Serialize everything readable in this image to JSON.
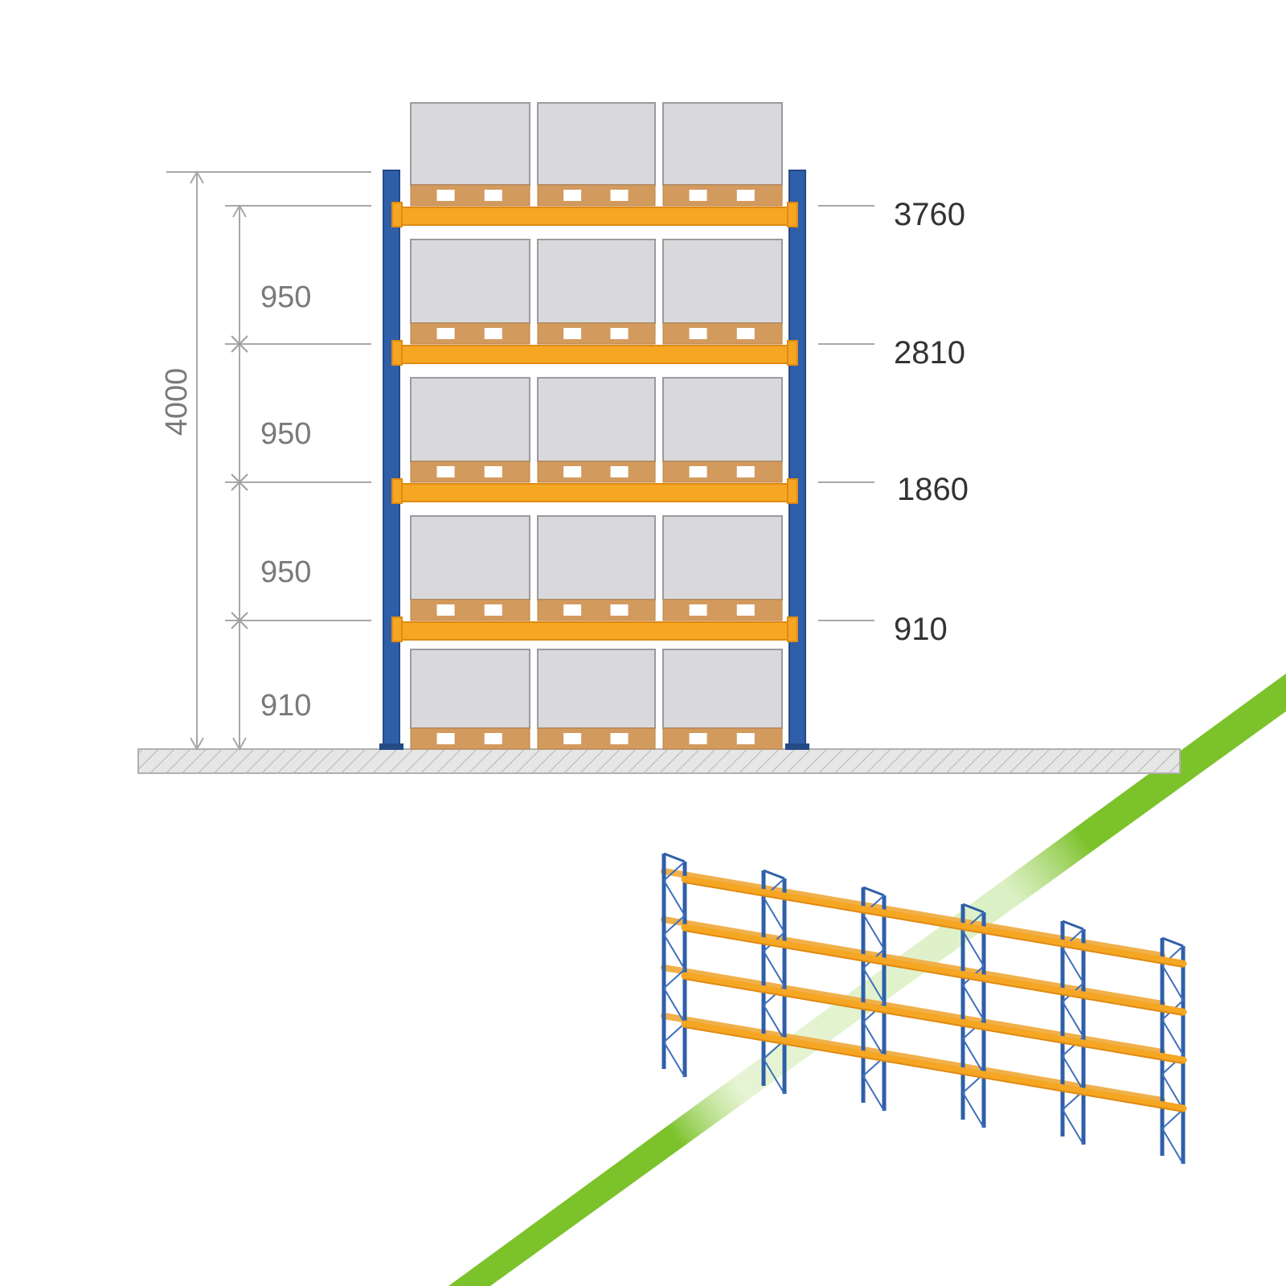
{
  "colors": {
    "upright": "#2f5fa8",
    "beam": "#f5a623",
    "beam_edge": "#e08a12",
    "box_fill": "#d9d9db",
    "box_edge": "#9a9aa0",
    "pallet": "#d39a5e",
    "pallet_gap": "#ffffff",
    "floor": "#e0e0e0",
    "dim_line": "#a0a0a0",
    "stripe": "#7cc22a"
  },
  "rack": {
    "total_height": "4000",
    "level_heights": [
      "950",
      "950",
      "950",
      "910"
    ],
    "beam_levels": [
      "3760",
      "2810",
      "1860",
      "910"
    ]
  },
  "icons": {
    "rack_3d": "rack-perspective-icon",
    "stripe": "green-stripe-decoration"
  }
}
